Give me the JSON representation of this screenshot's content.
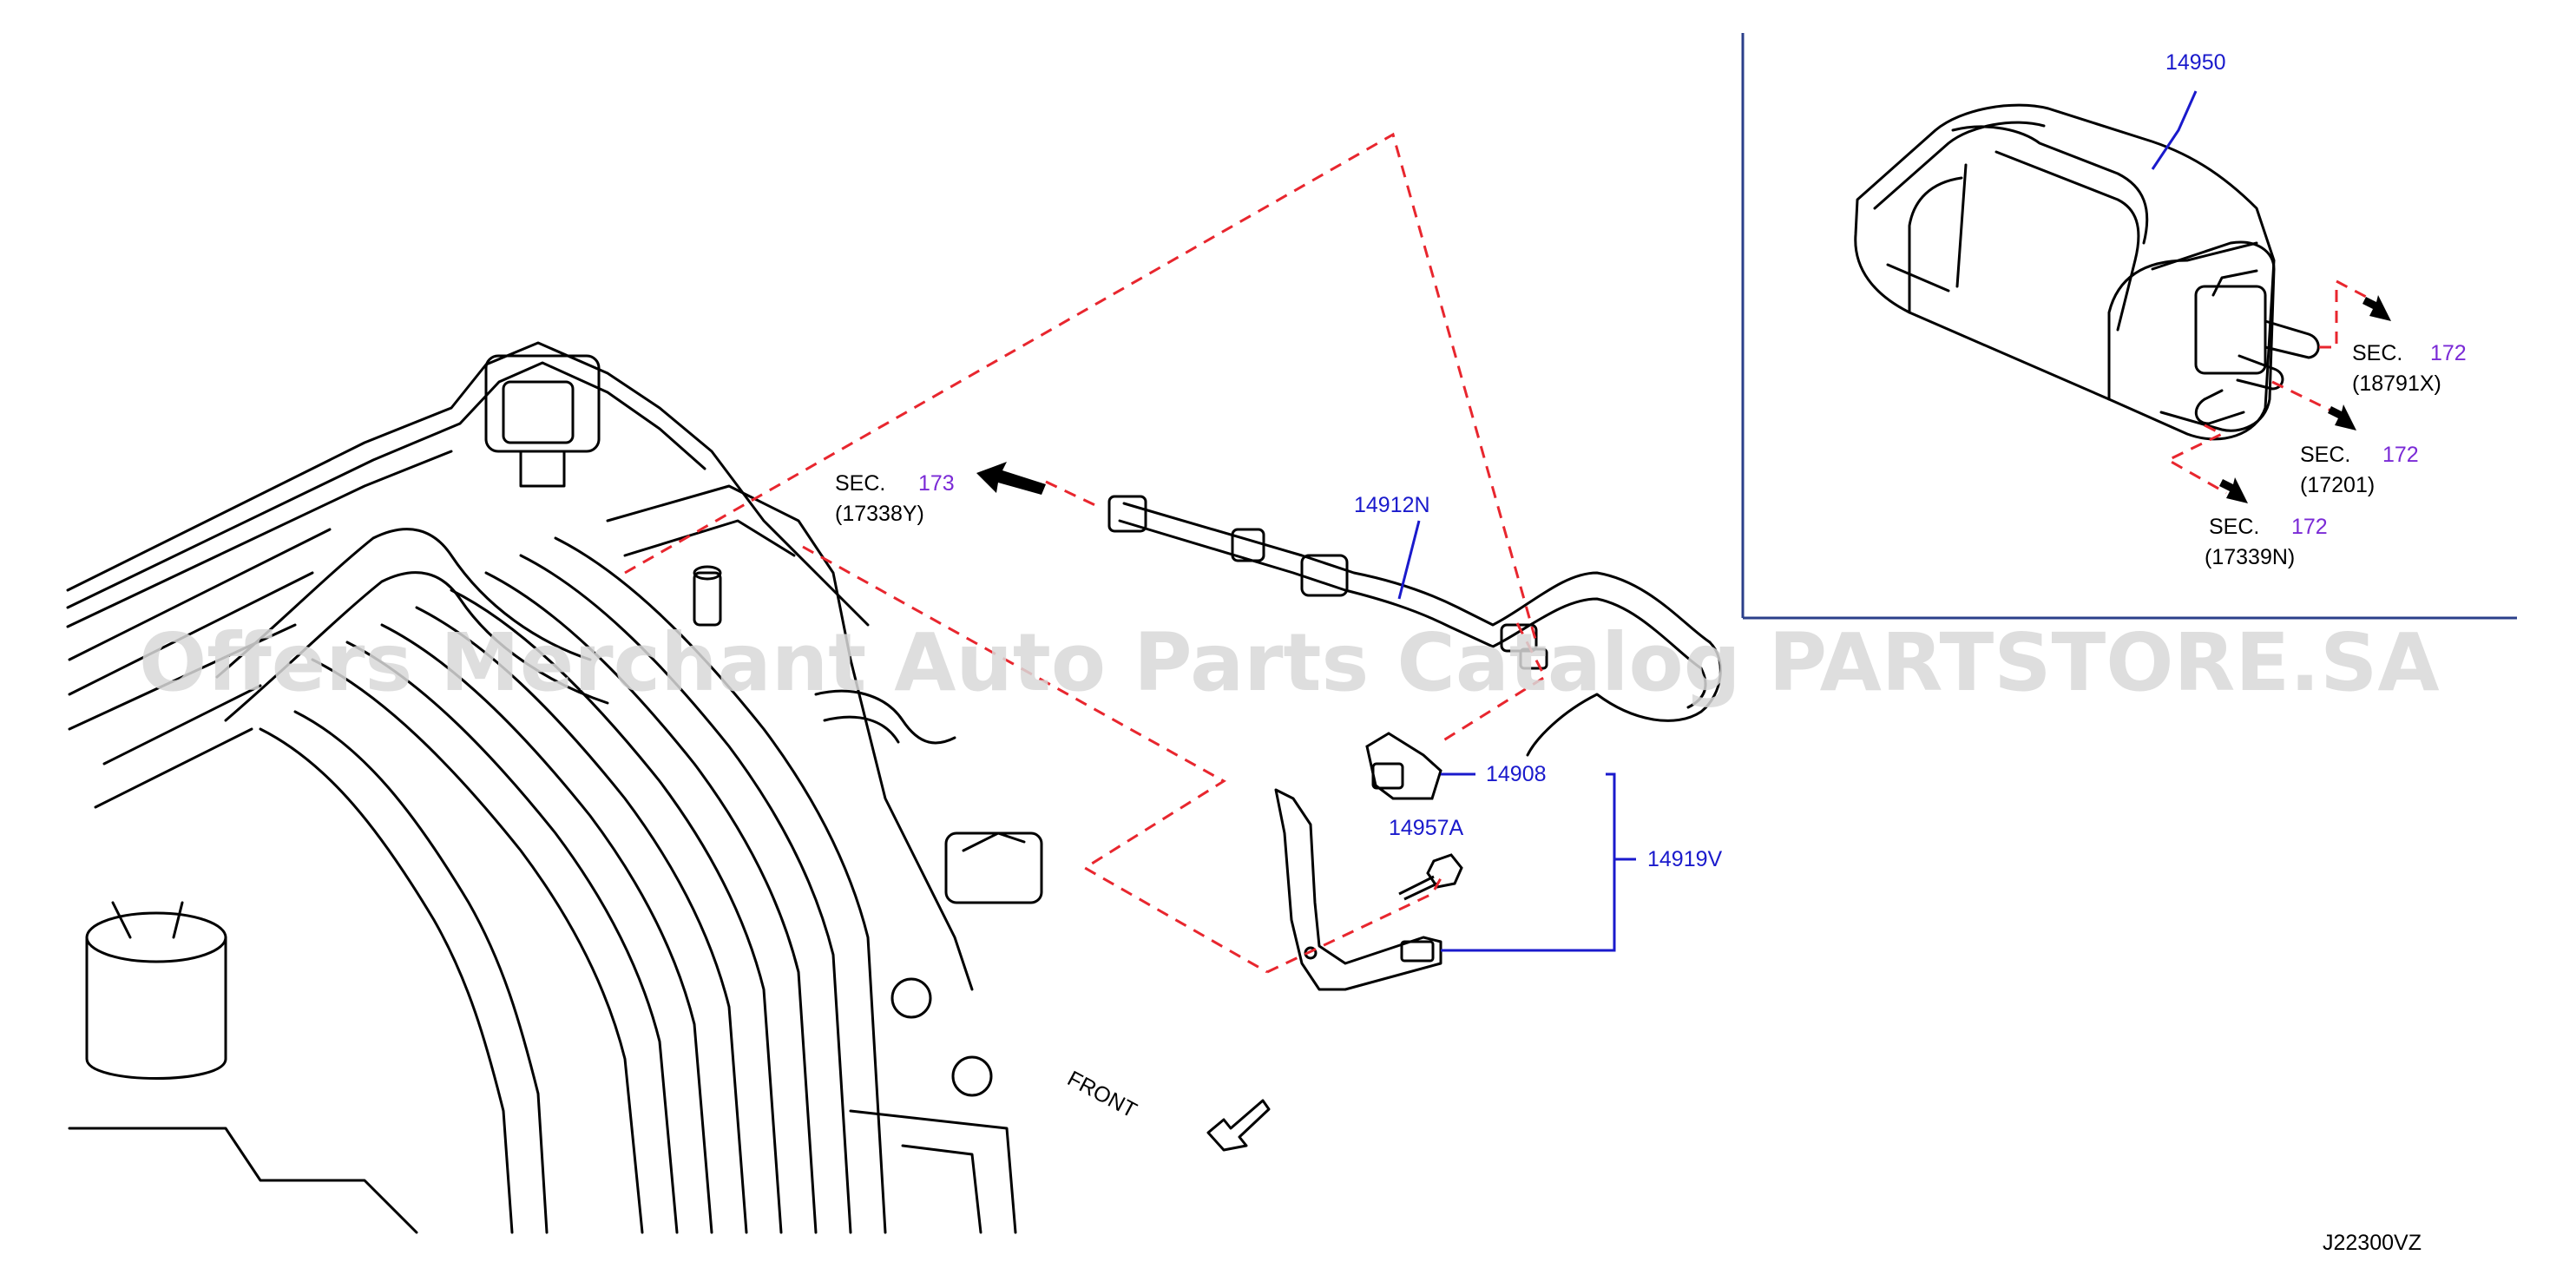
{
  "colors": {
    "part_number": "#1a1acc",
    "section_number": "#7a2ad6",
    "leader_red": "#e8262e",
    "line": "#000000",
    "frame_blue": "#2b3f8a",
    "watermark": "#d9d9d9"
  },
  "watermark": "Offers Merchant Auto Parts Catalog PARTSTORE.SA",
  "diagram_code": "J22300VZ",
  "front_label": "FRONT",
  "parts": {
    "p14950": "14950",
    "p14912N": "14912N",
    "p14908": "14908",
    "p14957A": "14957A",
    "p14919V": "14919V"
  },
  "sections": [
    {
      "prefix": "SEC.",
      "number": "173",
      "ref": "(17338Y)"
    },
    {
      "prefix": "SEC.",
      "number": "172",
      "ref": "(18791X)"
    },
    {
      "prefix": "SEC.",
      "number": "172",
      "ref": "(17201)"
    },
    {
      "prefix": "SEC.",
      "number": "172",
      "ref": "(17339N)"
    }
  ],
  "icons": {
    "arrow_filled": "arrow-left-filled-icon",
    "arrow_outline": "arrow-front-outline-icon"
  }
}
